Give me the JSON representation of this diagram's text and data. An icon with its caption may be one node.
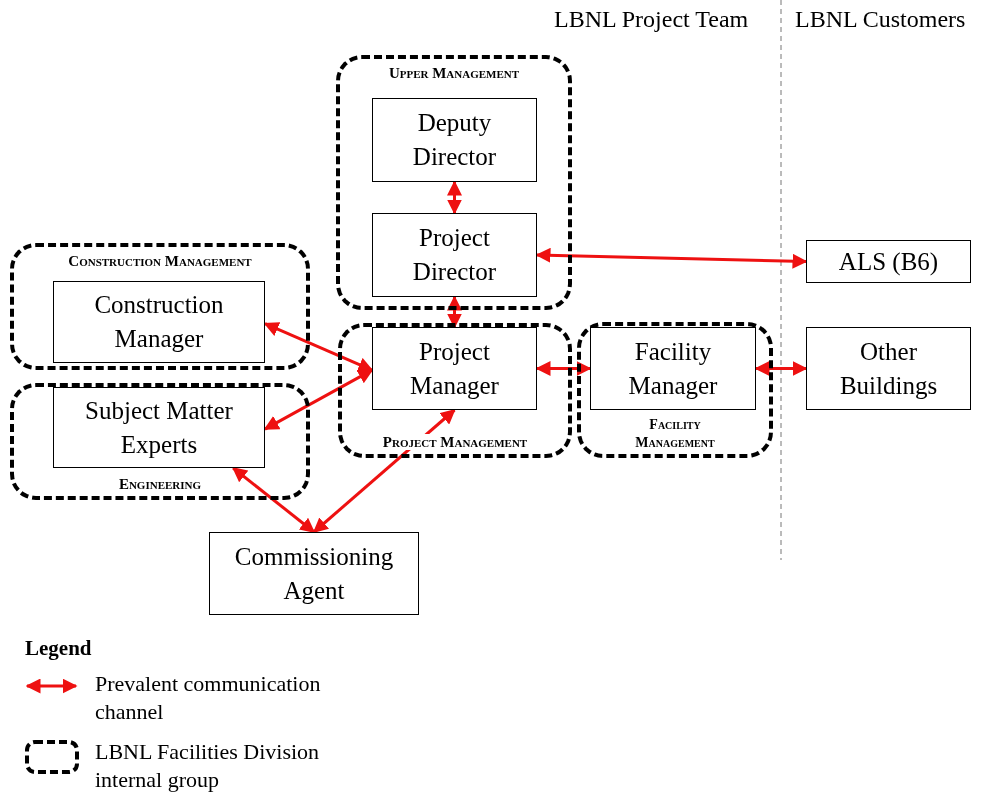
{
  "diagram": {
    "nodes": [
      {
        "text": [
          "Upper Management"
        ]
      },
      {
        "text": [
          "Deputy Director"
        ],
        "in": 0
      },
      {
        "text": [
          "Project Director"
        ],
        "in": 0
      },
      {
        "text": [
          "Construction Management"
        ]
      },
      {
        "text": [
          "Construction Manager"
        ],
        "in": 3
      },
      {
        "text": [
          "Engineering"
        ]
      },
      {
        "text": [
          "Subject Matter Experts"
        ],
        "in": 5
      },
      {
        "text": [
          "Project Management"
        ]
      },
      {
        "text": [
          "Project Manager"
        ],
        "in": 7
      },
      {
        "text": [
          "Facility Management"
        ]
      },
      {
        "text": [
          "Facility Manager"
        ],
        "in": 9
      },
      {
        "text": [
          "ALS (B6)"
        ]
      },
      {
        "text": [
          "Other Buildings"
        ]
      },
      {
        "text": [
          "Commissioning Agent"
        ]
      }
    ],
    "edges": [
      {
        "from": 1,
        "to": 2,
        "arrow": "both"
      },
      {
        "from": 2,
        "to": 11,
        "arrow": "both"
      },
      {
        "from": 2,
        "to": 8,
        "arrow": "both"
      },
      {
        "from": 4,
        "to": 8,
        "arrow": "both"
      },
      {
        "from": 6,
        "to": 8,
        "arrow": "both"
      },
      {
        "from": 8,
        "to": 10,
        "arrow": "both"
      },
      {
        "from": 10,
        "to": 12,
        "arrow": "both"
      },
      {
        "from": 6,
        "to": 13,
        "arrow": "both"
      },
      {
        "from": 8,
        "to": 13,
        "arrow": "both"
      }
    ],
    "labels": [
      "LBNL Project Team",
      "LBNL Customers",
      "Legend"
    ],
    "legend": [
      {
        "text": "Prevalent communication channel"
      },
      {
        "text": "LBNL Facilities Division internal group"
      }
    ]
  }
}
